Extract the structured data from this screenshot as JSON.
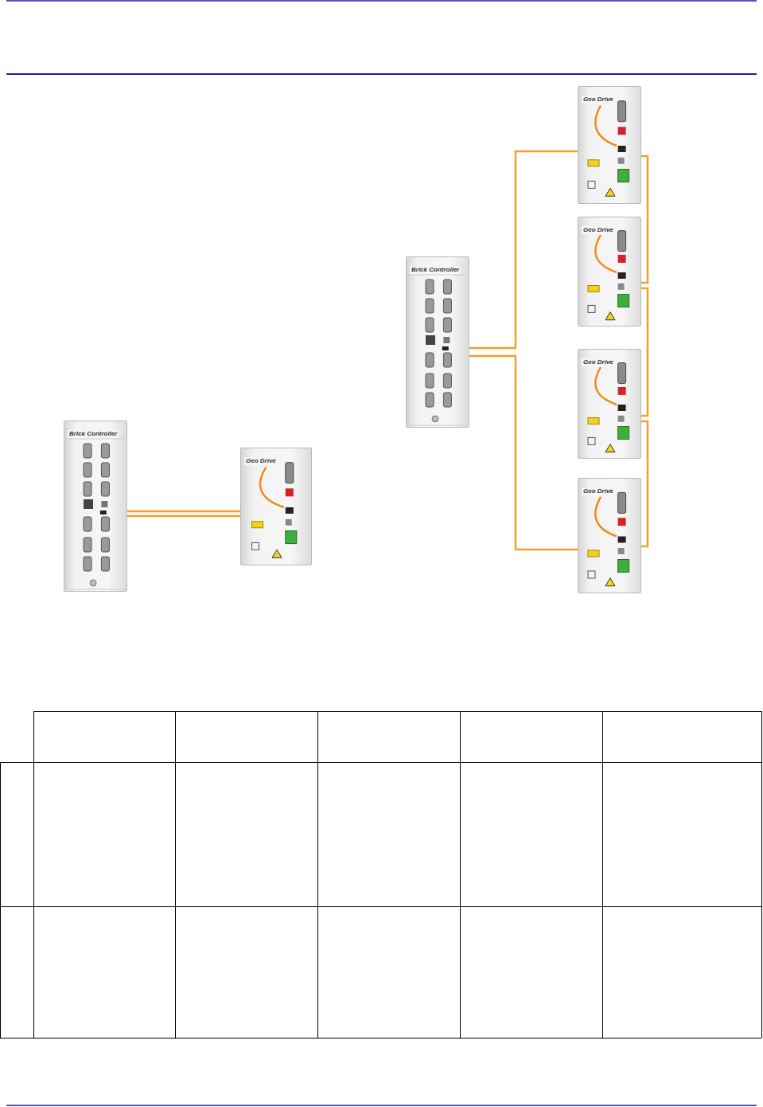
{
  "diagram": {
    "nodes": [
      {
        "text": [
          "Brick Controller"
        ]
      },
      {
        "text": [
          "Geo Drive"
        ]
      },
      {
        "text": [
          "Brick Controller"
        ]
      },
      {
        "text": [
          "Geo Drive"
        ]
      },
      {
        "text": [
          "Geo Drive"
        ]
      },
      {
        "text": [
          "Geo Drive"
        ]
      },
      {
        "text": [
          "Geo Drive"
        ]
      }
    ],
    "edges": [
      {
        "from": 0,
        "to": 1,
        "arrow": "none"
      },
      {
        "from": 2,
        "to": 3,
        "arrow": "none"
      },
      {
        "from": 3,
        "to": 4,
        "arrow": "none"
      },
      {
        "from": 4,
        "to": 5,
        "arrow": "none"
      },
      {
        "from": 5,
        "to": 6,
        "arrow": "none"
      },
      {
        "from": 6,
        "to": 2,
        "arrow": "none"
      }
    ]
  }
}
